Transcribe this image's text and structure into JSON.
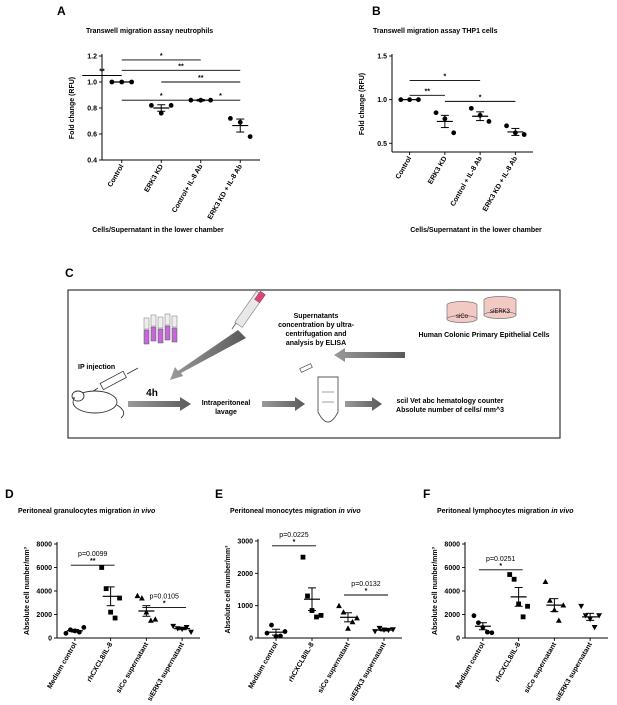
{
  "panel_letters": {
    "a": "A",
    "b": "B",
    "c": "C",
    "d": "D",
    "e": "E",
    "f": "F"
  },
  "chart_data": [
    {
      "id": "A",
      "type": "scatter",
      "title": "Transwell migration assay neutrophils",
      "xlabel": "Cells/Supernatant in the lower chamber",
      "ylabel": "Fold change (RFU)",
      "ylim": [
        0.4,
        1.2
      ],
      "yticks": [
        "0.4",
        "0.6",
        "0.8",
        "1.0",
        "1.2"
      ],
      "categories": [
        "Control",
        "ERK3 KD",
        "Control+ IL-8 Ab",
        "ERK3 KD + IL-8 Ab"
      ],
      "points": [
        [
          1.0,
          1.0,
          1.0
        ],
        [
          0.82,
          0.76,
          0.82
        ],
        [
          0.86,
          0.86,
          0.86
        ],
        [
          0.72,
          0.69,
          0.58
        ]
      ],
      "means": [
        1.0,
        0.8,
        0.86,
        0.665
      ],
      "sems": [
        0.0,
        0.025,
        0.006,
        0.05
      ],
      "markers": [
        "circle",
        "circle",
        "circle",
        "circle"
      ],
      "sig": [
        {
          "from": 1,
          "to": 3,
          "label": "*",
          "y": 1.17
        },
        {
          "from": 0,
          "to": 1,
          "label": "**",
          "y": 1.05
        },
        {
          "from": 1,
          "to": 4,
          "label": "**",
          "y": 1.09
        },
        {
          "from": 2,
          "to": 4,
          "label": "**",
          "y": 1.0
        },
        {
          "from": 1,
          "to": 3,
          "label": "*",
          "y": 0.86
        },
        {
          "from": 3,
          "to": 4,
          "label": "*",
          "y": 0.86
        }
      ]
    },
    {
      "id": "B",
      "type": "scatter",
      "title": "Transwell migration assay THP1 cells",
      "xlabel": "Cells/Supernatant in the lower chamber",
      "ylabel": "Fold change (RFU)",
      "ylim": [
        0.4,
        1.5
      ],
      "yticks": [
        "0.5",
        "1.0",
        "1.5"
      ],
      "categories": [
        "Control",
        "ERK3 KD",
        "Control + IL-8 Ab",
        "ERK3 KD + IL-8 Ab"
      ],
      "points": [
        [
          1.0,
          1.0,
          1.0
        ],
        [
          0.85,
          0.78,
          0.62
        ],
        [
          0.9,
          0.82,
          0.75
        ],
        [
          0.7,
          0.62,
          0.6
        ]
      ],
      "means": [
        1.0,
        0.75,
        0.81,
        0.63
      ],
      "sems": [
        0.0,
        0.07,
        0.05,
        0.04
      ],
      "markers": [
        "circle",
        "circle",
        "circle",
        "circle"
      ],
      "sig": [
        {
          "from": 1,
          "to": 3,
          "label": "*",
          "y": 1.22
        },
        {
          "from": 1,
          "to": 2,
          "label": "**",
          "y": 1.05
        },
        {
          "from": 2,
          "to": 4,
          "label": "*",
          "y": 0.98
        }
      ]
    },
    {
      "id": "D",
      "type": "scatter",
      "title_prefix": "Peritoneal granulocytes migration ",
      "title_italic": "in vivo",
      "ylabel": "Absolute cell number/mm³",
      "ylim": [
        0,
        8000
      ],
      "yticks": [
        "0",
        "2000",
        "4000",
        "6000",
        "8000"
      ],
      "categories": [
        "Medium control",
        "rhCXCL8/IL-8",
        "siCo supernatant",
        "siERK3 supernatant"
      ],
      "points": [
        [
          400,
          700,
          600,
          500,
          900
        ],
        [
          6000,
          4200,
          2200,
          1700,
          3400
        ],
        [
          3600,
          3400,
          2200,
          1500,
          1600
        ],
        [
          1000,
          800,
          750,
          900,
          500
        ]
      ],
      "means": [
        620,
        3550,
        2300,
        800
      ],
      "sems": [
        110,
        800,
        450,
        90
      ],
      "markers": [
        "circle",
        "square",
        "triangle",
        "triangle-down"
      ],
      "sig": [
        {
          "from": 1,
          "to": 2,
          "label": "**",
          "y": 6200,
          "p": "p=0.0099"
        },
        {
          "from": 3,
          "to": 4,
          "label": "*",
          "y": 2600,
          "p": "p=0.0105"
        }
      ]
    },
    {
      "id": "E",
      "type": "scatter",
      "title_prefix": "Peritoneal monocytes migration ",
      "title_italic": "in vivo",
      "ylabel": "Absolute cell number/mm³",
      "ylim": [
        0,
        3000
      ],
      "yticks": [
        "0",
        "1000",
        "2000",
        "3000"
      ],
      "categories": [
        "Medium control",
        "rhCXCL8/IL-8",
        "siCo supernatant",
        "siERK3 supernatant"
      ],
      "points": [
        [
          150,
          400,
          50,
          60,
          200
        ],
        [
          2500,
          1300,
          850,
          650,
          700
        ],
        [
          1000,
          800,
          300,
          500,
          620
        ],
        [
          200,
          300,
          250,
          240,
          260
        ]
      ],
      "means": [
        180,
        1200,
        640,
        245
      ],
      "sems": [
        90,
        350,
        140,
        25
      ],
      "markers": [
        "circle",
        "square",
        "triangle",
        "triangle-down"
      ],
      "sig": [
        {
          "from": 1,
          "to": 2,
          "label": "*",
          "y": 2850,
          "p": "p=0.0225"
        },
        {
          "from": 3,
          "to": 4,
          "label": "*",
          "y": 1330,
          "p": "p=0.0132"
        }
      ]
    },
    {
      "id": "F",
      "type": "scatter",
      "title_prefix": "Peritoneal lymphocytes migration ",
      "title_italic": "in vivo",
      "ylabel": "Absolute cell number/mm³",
      "ylim": [
        0,
        8000
      ],
      "yticks": [
        "0",
        "2000",
        "4000",
        "6000",
        "8000"
      ],
      "categories": [
        "Medium control",
        "rhCXCL8/IL-8",
        "siCo supernatant",
        "siERK3 supernatant"
      ],
      "points": [
        [
          1900,
          1300,
          900,
          500,
          450
        ],
        [
          5400,
          5000,
          2900,
          1800,
          2700
        ],
        [
          4800,
          3200,
          2400,
          1500,
          2800
        ],
        [
          2700,
          1900,
          1600,
          900,
          1900
        ]
      ],
      "means": [
        1000,
        3500,
        2800,
        1800
      ],
      "sems": [
        300,
        800,
        550,
        300
      ],
      "markers": [
        "circle",
        "square",
        "triangle",
        "triangle-down"
      ],
      "sig": [
        {
          "from": 1,
          "to": 2,
          "label": "*",
          "y": 5800,
          "p": "p=0.0251"
        }
      ]
    }
  ],
  "diagram": {
    "tube_labels": [
      "siCo",
      "siERK3"
    ],
    "supernatants_text": [
      "Supernatants",
      "concentration by ultra-",
      "centrifugation and",
      "analysis by  ELISA"
    ],
    "cells_text": "Human Colonic Primary Epithelial Cells",
    "ip_text": "IP injection",
    "time_text": "4h",
    "lavage_text": [
      "Intraperitoneal",
      "lavage"
    ],
    "counter_text": [
      "scil Vet abc hematology counter",
      "Absolute number of cells/ mm^3"
    ]
  }
}
